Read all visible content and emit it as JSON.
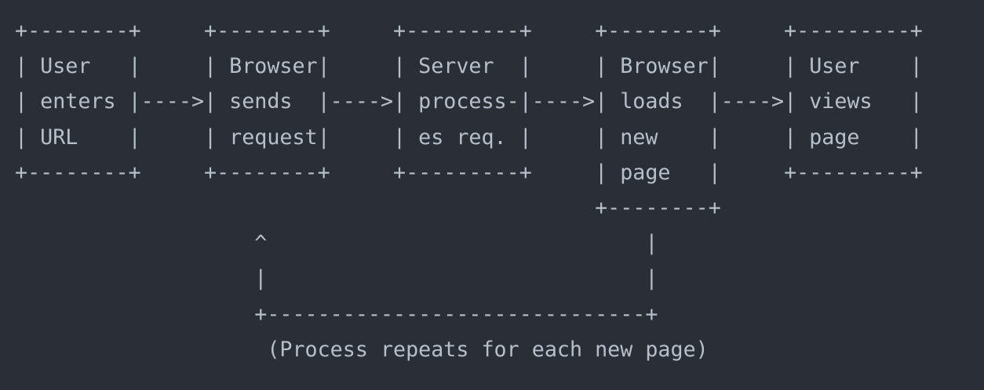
{
  "theme": {
    "background_color": "#2a2e37",
    "text_color": "#b7bfca"
  },
  "diagram": {
    "type": "ascii-flowchart",
    "topic": "web page request cycle",
    "flow_nodes": [
      {
        "label": "User enters URL"
      },
      {
        "label": "Browser sends request"
      },
      {
        "label": "Server processes req."
      },
      {
        "label": "Browser loads new page"
      },
      {
        "label": "User views page"
      }
    ],
    "arrow_glyph": "---->",
    "loop": {
      "from": "Browser loads new page",
      "to": "Browser sends request",
      "caption": "(Process repeats for each new page)"
    },
    "ascii_lines": [
      "+--------+     +--------+     +---------+     +--------+     +---------+",
      "| User   |     | Browser|     | Server  |     | Browser|     | User    |",
      "| enters |---->| sends  |---->| process-|---->| loads  |---->| views   |",
      "| URL    |     | request|     | es req. |     | new    |     | page    |",
      "+--------+     +--------+     +---------+     | page   |     +---------+",
      "                                              +--------+",
      "                   ^                              |",
      "                   |                              |",
      "                   +------------------------------+",
      "                    (Process repeats for each new page)"
    ]
  }
}
